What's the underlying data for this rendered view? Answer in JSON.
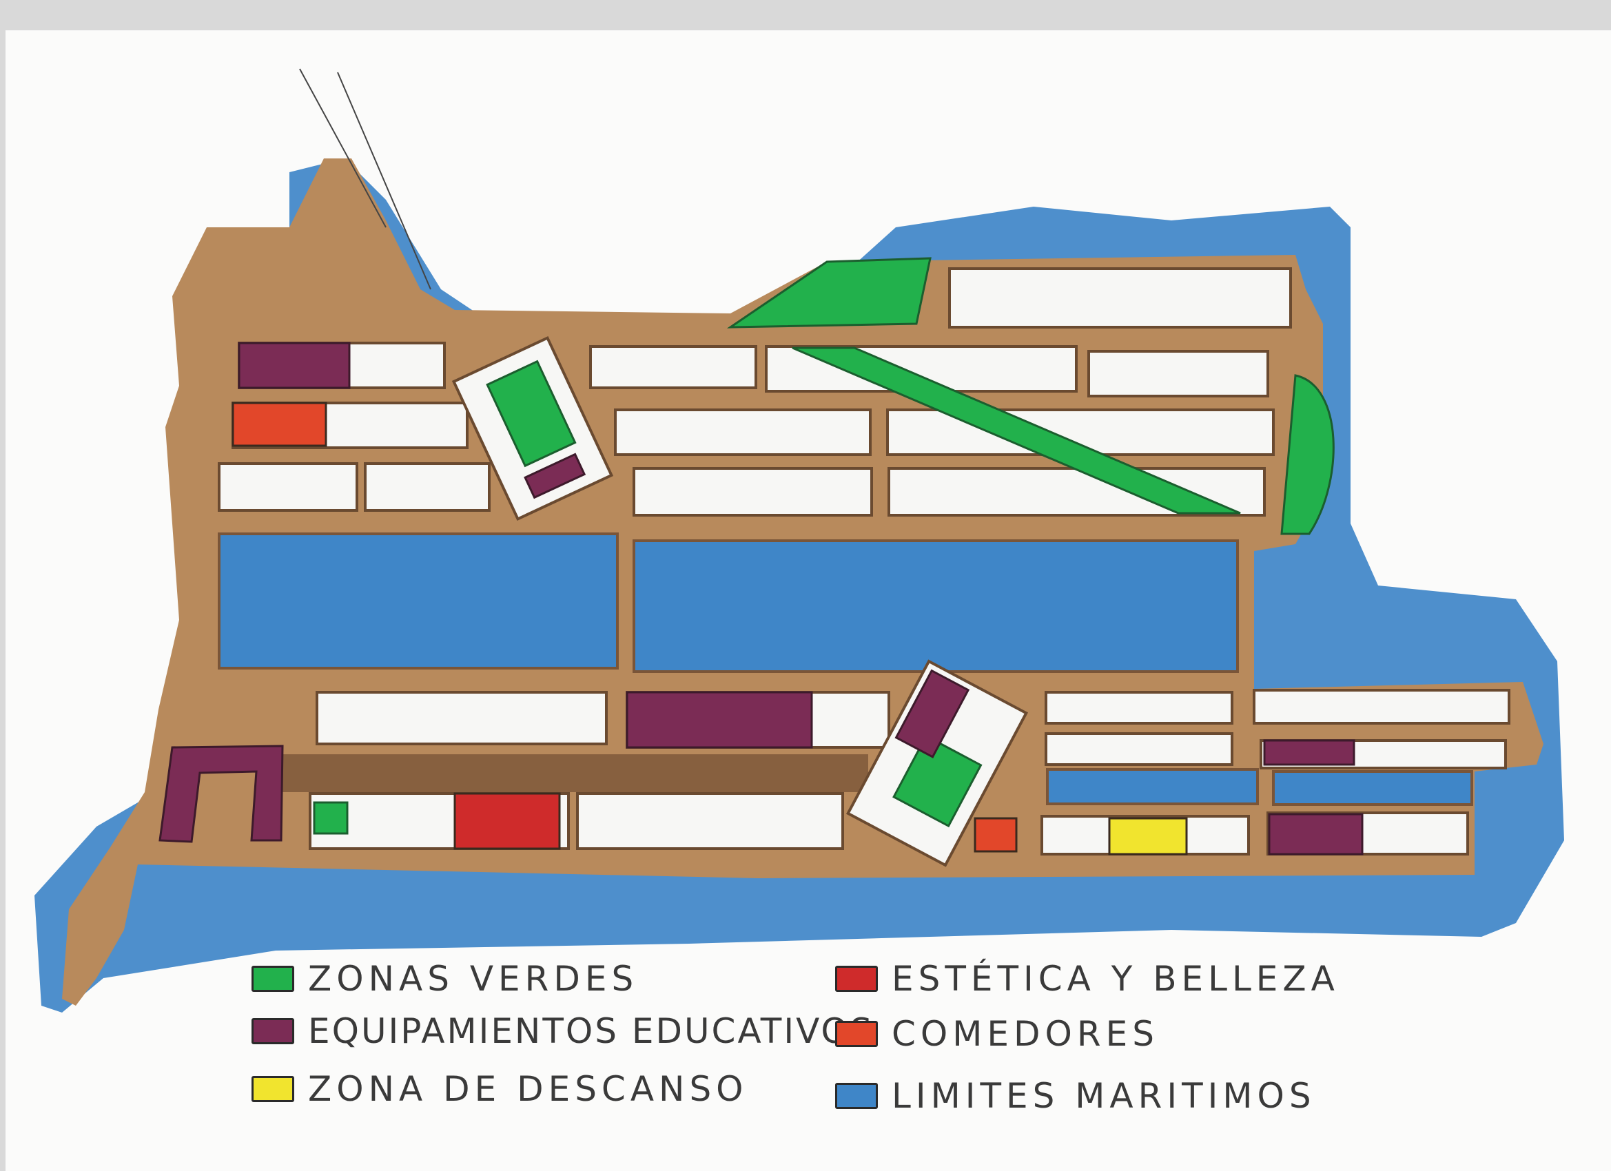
{
  "colors": {
    "land": "#b88a5c",
    "sea": "#3f86c8",
    "green": "#22b14c",
    "purple": "#7b2c55",
    "red": "#cf2b2b",
    "orange": "#e2472a",
    "yellow": "#f1e42e",
    "block": "#f7f7f5",
    "road": "#7a5538"
  },
  "legend": [
    {
      "id": "zonas-verdes",
      "label": "ZONAS VERDES",
      "color": "#22b14c"
    },
    {
      "id": "equipamientos",
      "label": "EQUIPAMIENTOS EDUCATIVOS",
      "color": "#7b2c55"
    },
    {
      "id": "zona-descanso",
      "label": "ZONA DE DESCANSO",
      "color": "#f1e42e"
    },
    {
      "id": "estetica",
      "label": "ESTÉTICA Y BELLEZA",
      "color": "#cf2b2b"
    },
    {
      "id": "comedores",
      "label": "COMEDORES",
      "color": "#e2472a"
    },
    {
      "id": "limites",
      "label": "LIMITES MARITIMOS",
      "color": "#3f86c8"
    }
  ]
}
